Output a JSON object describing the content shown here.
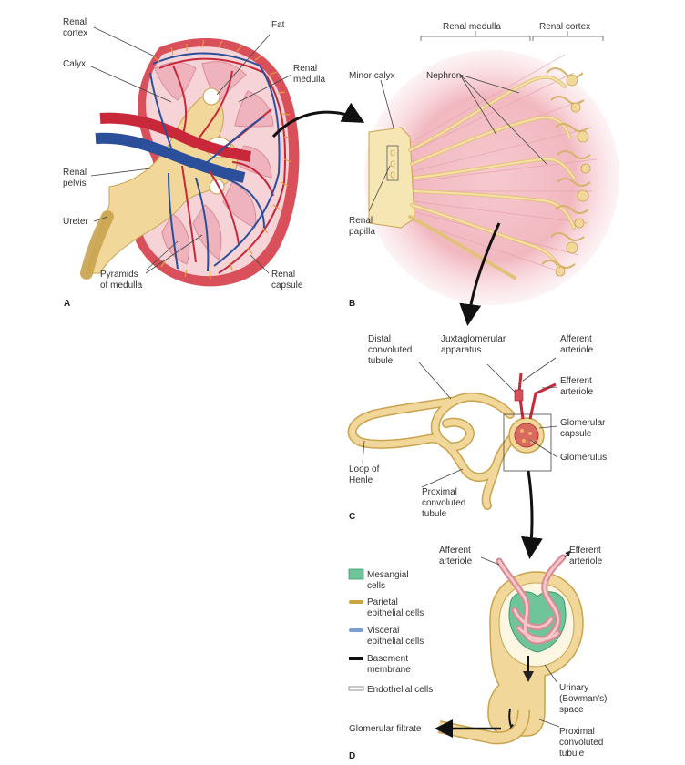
{
  "panels": {
    "a": "A",
    "b": "B",
    "c": "C",
    "d": "D"
  },
  "panel_a": {
    "renal_cortex": [
      "Renal",
      "cortex"
    ],
    "fat": "Fat",
    "calyx": "Calyx",
    "renal_medulla": [
      "Renal",
      "medulla"
    ],
    "renal_pelvis": [
      "Renal",
      "pelvis"
    ],
    "ureter": "Ureter",
    "pyramids": [
      "Pyramids",
      "of medulla"
    ],
    "renal_capsule": [
      "Renal",
      "capsule"
    ]
  },
  "panel_b": {
    "header_medulla": "Renal medulla",
    "header_cortex": "Renal cortex",
    "minor_calyx": "Minor calyx",
    "nephron": "Nephron",
    "renal_papilla": [
      "Renal",
      "papilla"
    ]
  },
  "panel_c": {
    "distal": [
      "Distal",
      "convoluted",
      "tubule"
    ],
    "juxta": [
      "Juxtaglomerular",
      "apparatus"
    ],
    "afferent": [
      "Afferent",
      "arteriole"
    ],
    "efferent": [
      "Efferent",
      "arteriole"
    ],
    "glomerular_capsule": [
      "Glomerular",
      "capsule"
    ],
    "glomerulus": "Glomerulus",
    "loop": [
      "Loop of",
      "Henle"
    ],
    "proximal": [
      "Proximal",
      "convoluted",
      "tubule"
    ]
  },
  "panel_d": {
    "afferent": [
      "Afferent",
      "arteriole"
    ],
    "efferent": [
      "Efferent",
      "arteriole"
    ],
    "legend": [
      {
        "label": [
          "Mesangial",
          "cells"
        ],
        "color": "#6fc49a"
      },
      {
        "label": [
          "Parietal",
          "epithelial cells"
        ],
        "color": "#c9a63c"
      },
      {
        "label": [
          "Visceral",
          "epithelial cells"
        ],
        "color": "#7f9fcf"
      },
      {
        "label": [
          "Basement",
          "membrane"
        ],
        "color": "#111111"
      },
      {
        "label": [
          "Endothelial cells"
        ],
        "color": "#ffffff"
      }
    ],
    "urinary_space": [
      "Urinary",
      "(Bowman's)",
      "space"
    ],
    "filtrate": "Glomerular filtrate",
    "proximal": [
      "Proximal",
      "convoluted",
      "tubule"
    ]
  },
  "colors": {
    "artery": "#c8283a",
    "vein": "#2b4f9b",
    "tubule": "#f1d89a",
    "tubule_edge": "#c9a34e",
    "pyramid": "#eeb3bd",
    "cortex": "#f6d3d6",
    "capsule": "#d9505a"
  }
}
